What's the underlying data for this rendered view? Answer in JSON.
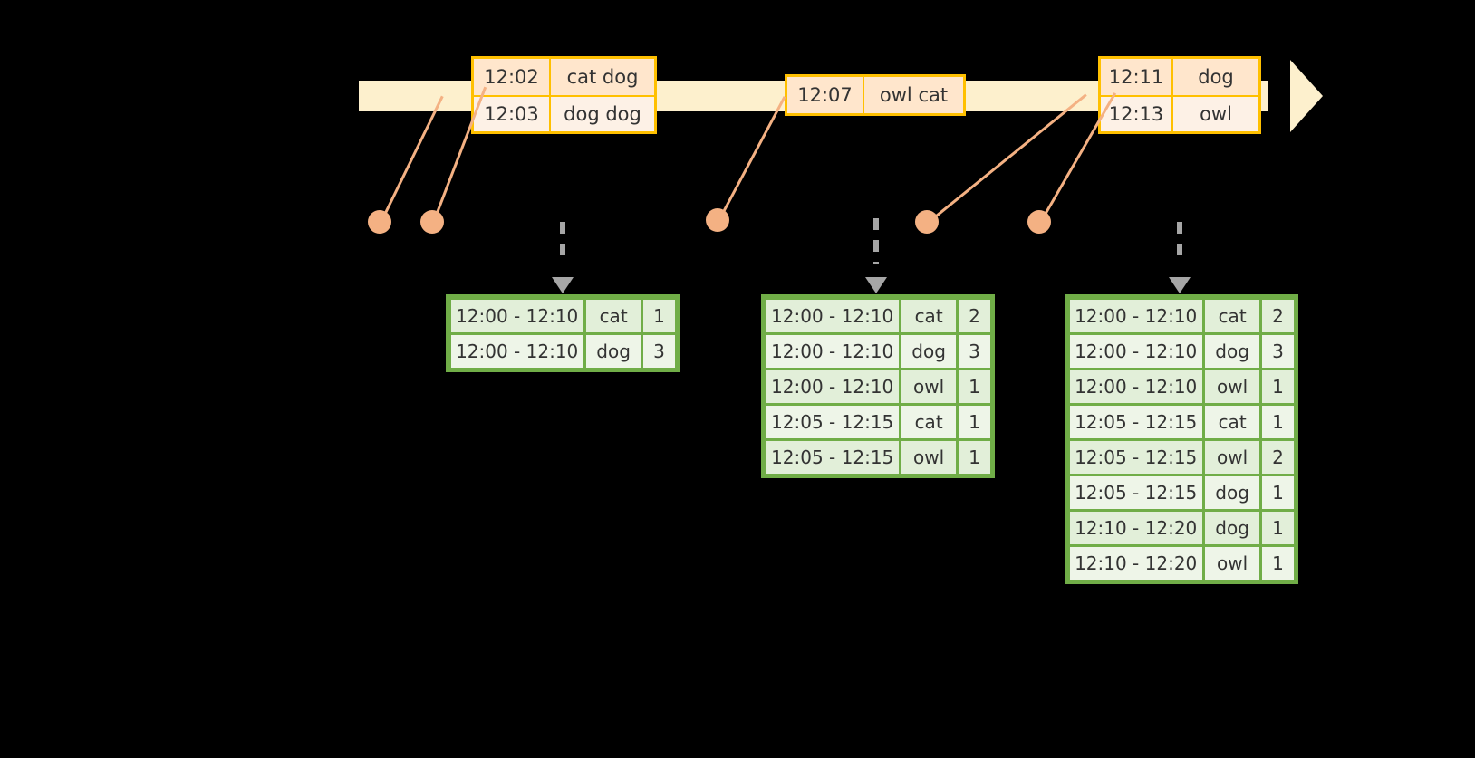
{
  "timeline": {
    "bar_color": "#fdf0cd",
    "arrow_color": "#fdf0cd",
    "event_border_color": "#ffc000",
    "event_fill_color": "#ffe6cc",
    "dot_color": "#f4b183",
    "arrow_icon": "timeline-arrow-right-icon",
    "event_groups": [
      {
        "id": "event-group-1",
        "rows": [
          {
            "time": "12:02",
            "text": "cat dog"
          },
          {
            "time": "12:03",
            "text": "dog dog"
          }
        ]
      },
      {
        "id": "event-group-2",
        "rows": [
          {
            "time": "12:07",
            "text": "owl cat"
          }
        ]
      },
      {
        "id": "event-group-3",
        "rows": [
          {
            "time": "12:11",
            "text": "dog"
          },
          {
            "time": "12:13",
            "text": "owl"
          }
        ]
      }
    ]
  },
  "dots": [
    {
      "name": "event-dot-1202"
    },
    {
      "name": "event-dot-1203"
    },
    {
      "name": "event-dot-1207"
    },
    {
      "name": "event-dot-1211"
    },
    {
      "name": "event-dot-1213"
    }
  ],
  "dash_arrows": [
    {
      "name": "dashed-arrow-to-table-1"
    },
    {
      "name": "dashed-arrow-to-table-2"
    },
    {
      "name": "dashed-arrow-to-table-3"
    }
  ],
  "results": {
    "border_color": "#70ad47",
    "row_fill_dark": "#e2efd9",
    "row_fill_light": "#eef5e8",
    "columns": [
      "window",
      "word",
      "count"
    ],
    "tables": [
      {
        "id": "result-table-1",
        "rows": [
          {
            "window": "12:00 - 12:10",
            "word": "cat",
            "count": "1"
          },
          {
            "window": "12:00 - 12:10",
            "word": "dog",
            "count": "3"
          }
        ]
      },
      {
        "id": "result-table-2",
        "rows": [
          {
            "window": "12:00 - 12:10",
            "word": "cat",
            "count": "2"
          },
          {
            "window": "12:00 - 12:10",
            "word": "dog",
            "count": "3"
          },
          {
            "window": "12:00 - 12:10",
            "word": "owl",
            "count": "1"
          },
          {
            "window": "12:05 - 12:15",
            "word": "cat",
            "count": "1"
          },
          {
            "window": "12:05 - 12:15",
            "word": "owl",
            "count": "1"
          }
        ]
      },
      {
        "id": "result-table-3",
        "rows": [
          {
            "window": "12:00 - 12:10",
            "word": "cat",
            "count": "2"
          },
          {
            "window": "12:00 - 12:10",
            "word": "dog",
            "count": "3"
          },
          {
            "window": "12:00 - 12:10",
            "word": "owl",
            "count": "1"
          },
          {
            "window": "12:05 - 12:15",
            "word": "cat",
            "count": "1"
          },
          {
            "window": "12:05 - 12:15",
            "word": "owl",
            "count": "2"
          },
          {
            "window": "12:05 - 12:15",
            "word": "dog",
            "count": "1"
          },
          {
            "window": "12:10 - 12:20",
            "word": "dog",
            "count": "1"
          },
          {
            "window": "12:10 - 12:20",
            "word": "owl",
            "count": "1"
          }
        ]
      }
    ]
  }
}
